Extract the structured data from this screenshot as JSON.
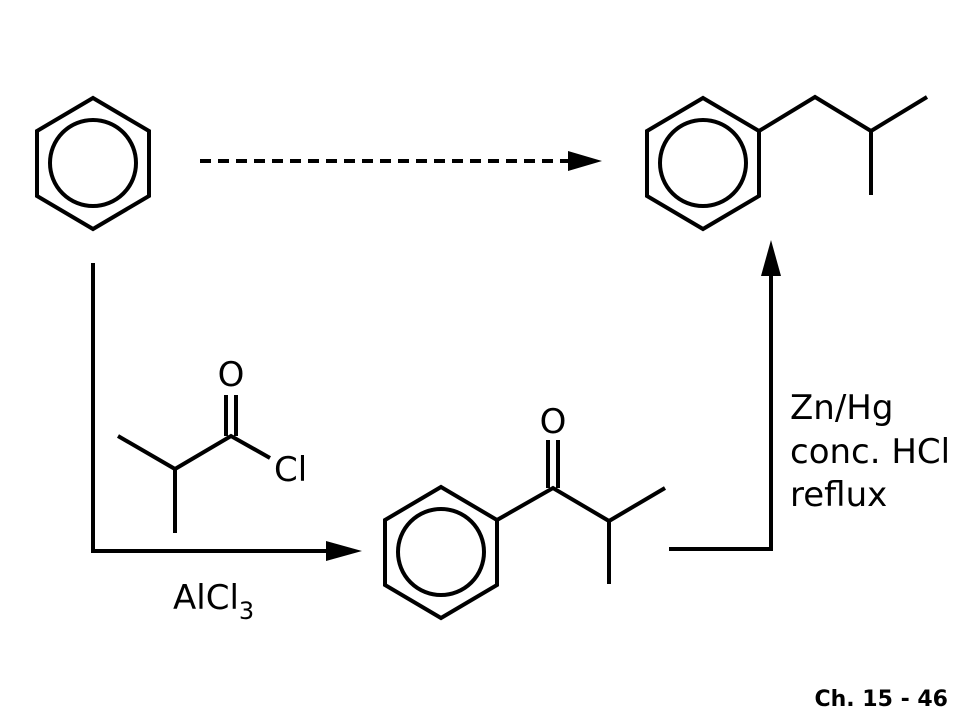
{
  "reactant": {
    "name": "benzene",
    "reagent_acyl_chloride": {
      "o_label": "O",
      "cl_label": "Cl"
    }
  },
  "step1": {
    "catalyst_main": "AlCl",
    "catalyst_sub": "3"
  },
  "intermediate": {
    "o_label": "O"
  },
  "step2": {
    "conditions": [
      "Zn/Hg",
      "conc. HCl",
      "reflux"
    ]
  },
  "footer": {
    "slide_number": "Ch. 15 - 46"
  }
}
